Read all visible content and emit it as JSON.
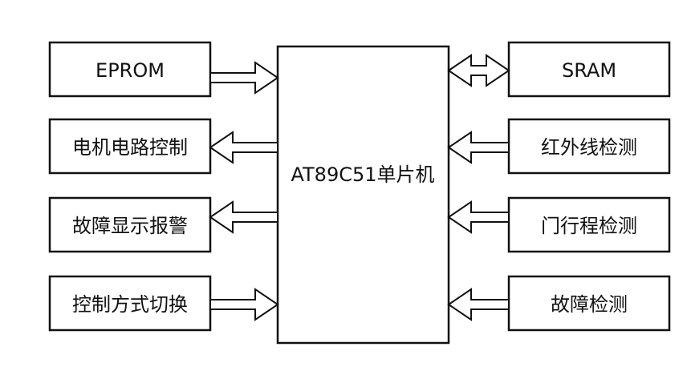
{
  "cpu": {
    "label": "AT89C51单片机"
  },
  "left_blocks": [
    {
      "label": "EPROM",
      "direction": "to-cpu"
    },
    {
      "label": "电机电路控制",
      "direction": "from-cpu"
    },
    {
      "label": "故障显示报警",
      "direction": "from-cpu"
    },
    {
      "label": "控制方式切换",
      "direction": "to-cpu"
    }
  ],
  "right_blocks": [
    {
      "label": "SRAM",
      "direction": "bidirectional"
    },
    {
      "label": "红外线检测",
      "direction": "to-cpu"
    },
    {
      "label": "门行程检测",
      "direction": "to-cpu"
    },
    {
      "label": "故障检测",
      "direction": "to-cpu"
    }
  ],
  "colors": {
    "line": "#111111",
    "fill": "#ffffff"
  }
}
